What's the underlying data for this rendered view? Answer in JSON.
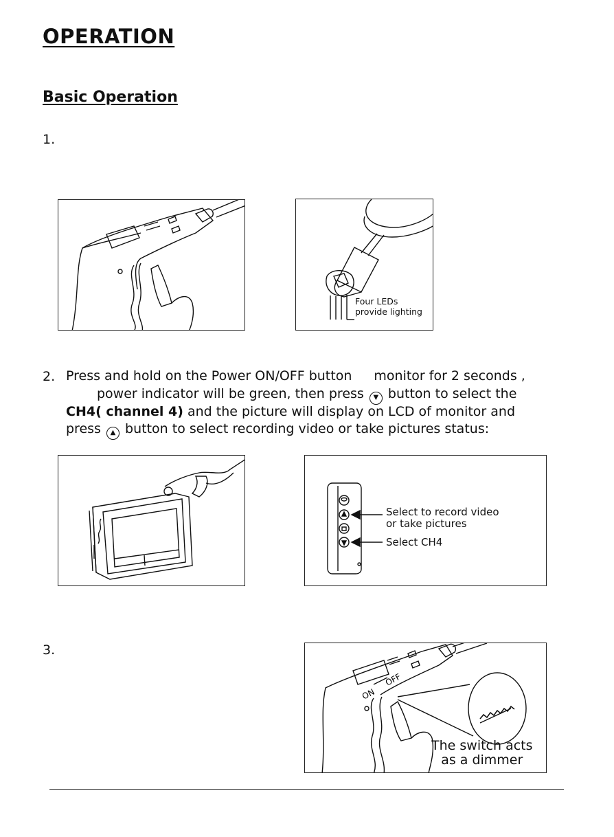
{
  "heading": "OPERATION",
  "subheading": "Basic Operation",
  "steps": {
    "s1": {
      "number": "1."
    },
    "s2": {
      "number": "2.",
      "line1": "Press and hold on the Power ON/OFF button",
      "line1b": "monitor for 2 seconds ,",
      "line2a": "power indicator will be green, then press",
      "line2b": "button to select the",
      "line3_bold": "CH4( channel 4)",
      "line3_rest": " and the picture will display on LCD of monitor and",
      "line4a": "press",
      "line4b": "button to select recording video or take pictures status:"
    },
    "s3": {
      "number": "3."
    }
  },
  "figures": {
    "leds": {
      "label_line1": "Four LEDs",
      "label_line2": "provide lighting"
    },
    "buttons": {
      "label_record_1": "Select to record video",
      "label_record_2": "or take pictures",
      "label_ch4": "Select CH4"
    },
    "dimmer": {
      "on": "ON",
      "off": "OFF",
      "caption_1": "The switch acts",
      "caption_2": "as a dimmer"
    }
  },
  "icons": [
    "down-arrow-button-icon",
    "up-arrow-button-icon"
  ]
}
